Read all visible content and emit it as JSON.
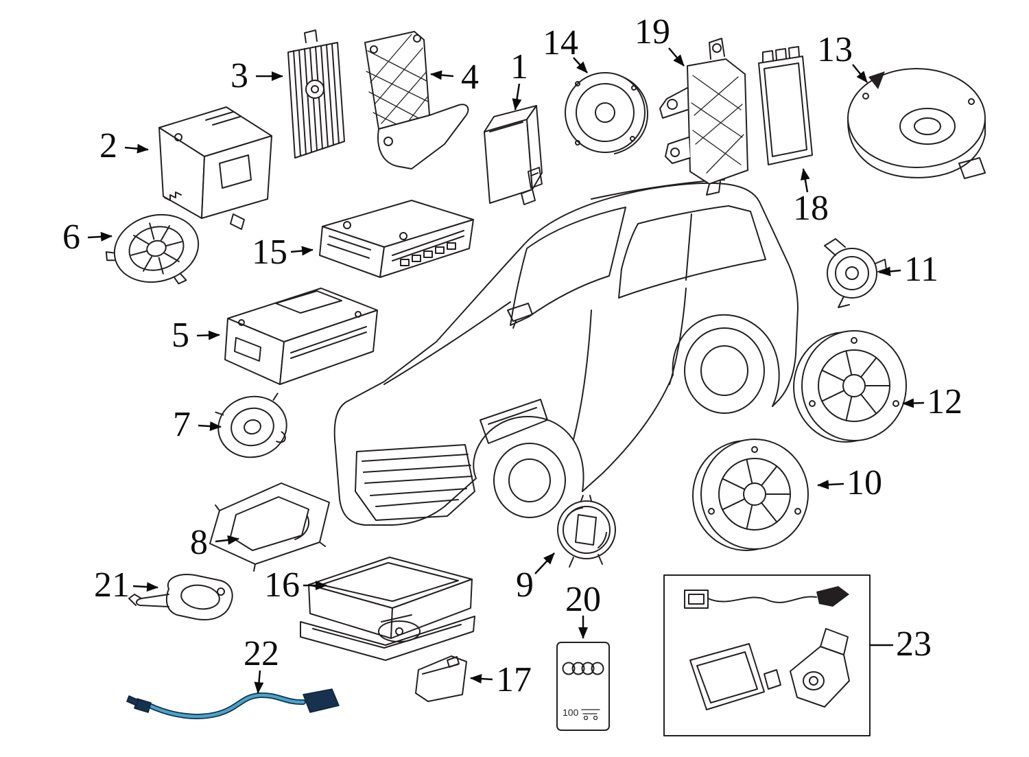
{
  "page": {
    "background": "#ffffff",
    "line_color": "#231f20",
    "cable_color": "#4aa3cc",
    "connector_color": "#16324f"
  },
  "diagram": {
    "type": "exploded-parts-diagram",
    "subject": "SUV audio and infotainment components around vehicle outline",
    "callouts": [
      {
        "number": "1",
        "part": "interface-control-module"
      },
      {
        "number": "2",
        "part": "amplifier-assembly"
      },
      {
        "number": "3",
        "part": "amplifier-heatsink"
      },
      {
        "number": "4",
        "part": "mounting-bracket-grid"
      },
      {
        "number": "5",
        "part": "radio-navigation-unit"
      },
      {
        "number": "6",
        "part": "door-speaker"
      },
      {
        "number": "7",
        "part": "midrange-speaker"
      },
      {
        "number": "8",
        "part": "speaker-mounting-frame"
      },
      {
        "number": "9",
        "part": "speaker-adapter-ring"
      },
      {
        "number": "10",
        "part": "woofer-speaker"
      },
      {
        "number": "11",
        "part": "tweeter-speaker"
      },
      {
        "number": "12",
        "part": "woofer-speaker"
      },
      {
        "number": "13",
        "part": "subwoofer"
      },
      {
        "number": "14",
        "part": "center-speaker"
      },
      {
        "number": "15",
        "part": "cd-changer-unit"
      },
      {
        "number": "16",
        "part": "mounting-cage"
      },
      {
        "number": "17",
        "part": "memory-card"
      },
      {
        "number": "18",
        "part": "control-module"
      },
      {
        "number": "19",
        "part": "module-mounting-bracket"
      },
      {
        "number": "20",
        "part": "instruction-card"
      },
      {
        "number": "21",
        "part": "remote-key"
      },
      {
        "number": "22",
        "part": "adapter-cable"
      },
      {
        "number": "23",
        "part": "retrofit-kit-box"
      }
    ],
    "instruction_card": {
      "text": "100"
    }
  }
}
